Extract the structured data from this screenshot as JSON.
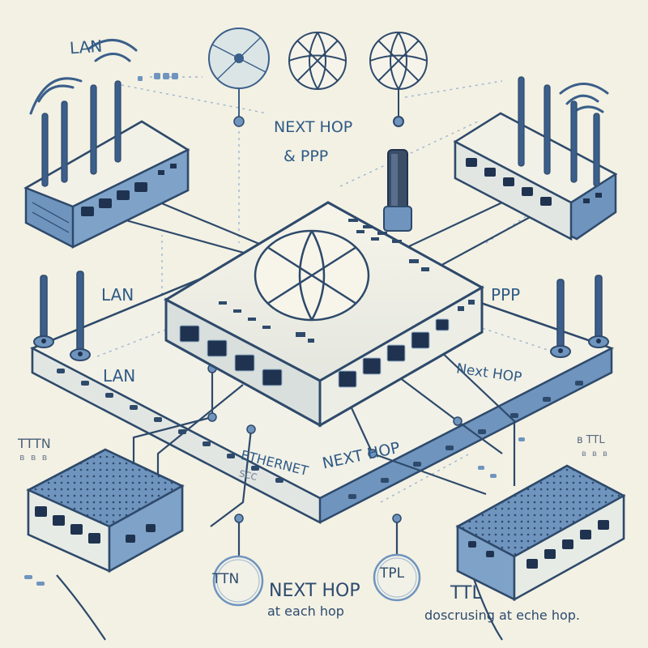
{
  "labels": {
    "lan_top_left": "LAN",
    "next_hop_top": "NEXT HOP",
    "ppp_top": "& PPP",
    "lan_mid_left": "LAN",
    "ppp_mid_right": "PPP",
    "lan_lower_left": "LAN",
    "next_hop_right": "Next HOP",
    "ttn_left": "TTTN",
    "ttn_left_sub": "ʙ ʙ ʙ",
    "ttl_right": "ʙ TTL",
    "ttl_right_sub": "ʙ ʙ ʙ",
    "ethernet": "ETHERNET",
    "next_hop_center": "NEXT HOP",
    "ethernet_sub": "SCC",
    "ttn_bottom": "TTN",
    "next_hop_bottom": "NEXT HOP",
    "at_each_hop": "at each hop",
    "tpl_bottom": "TPL",
    "ttl_bottom": "TTL",
    "discussing": "doscrusing at eche hop."
  },
  "colors": {
    "background": "#f3f1e4",
    "outline": "#2e4a6b",
    "blue_fill": "#6f94be",
    "dark_blue": "#3b5f8a",
    "device_light": "#f4f2e6",
    "label_text": "#2f5a85"
  },
  "icons": [
    "antenna-icon",
    "globe-icon",
    "ethernet-port-icon",
    "wifi-waves-icon",
    "ttn-badge-icon",
    "tpl-badge-icon"
  ]
}
